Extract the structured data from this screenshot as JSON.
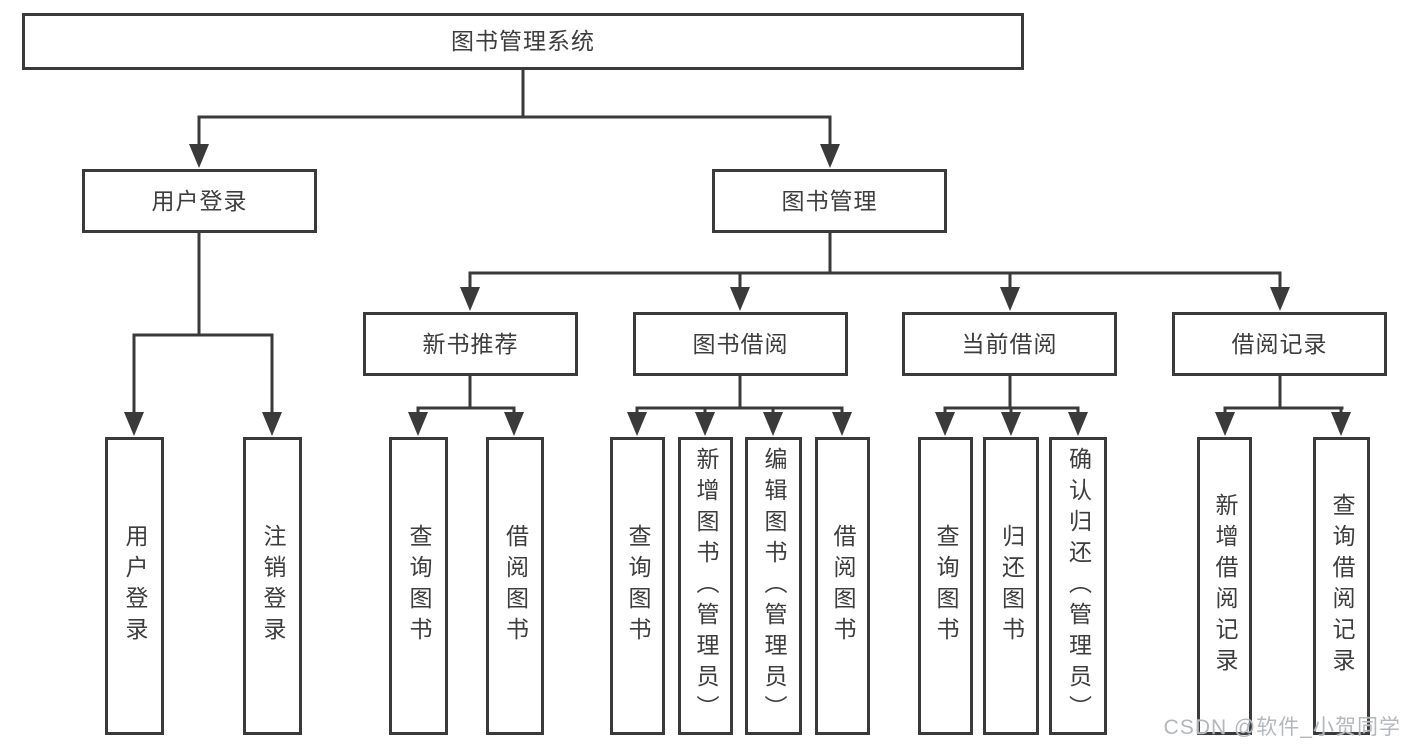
{
  "diagram_title": "图书管理系统",
  "tree": {
    "root": {
      "label": "图书管理系统"
    },
    "branches": [
      {
        "label": "用户登录",
        "children": [
          {
            "label": "用户登录"
          },
          {
            "label": "注销登录"
          }
        ]
      },
      {
        "label": "图书管理",
        "children": [
          {
            "label": "新书推荐",
            "children": [
              {
                "label": "查询图书"
              },
              {
                "label": "借阅图书"
              }
            ]
          },
          {
            "label": "图书借阅",
            "children": [
              {
                "label": "查询图书"
              },
              {
                "label": "新增图书（管理员）"
              },
              {
                "label": "编辑图书（管理员）"
              },
              {
                "label": "借阅图书"
              }
            ]
          },
          {
            "label": "当前借阅",
            "children": [
              {
                "label": "查询图书"
              },
              {
                "label": "归还图书"
              },
              {
                "label": "确认归还（管理员）"
              }
            ]
          },
          {
            "label": "借阅记录",
            "children": [
              {
                "label": "新增借阅记录"
              },
              {
                "label": "查询借阅记录"
              }
            ]
          }
        ]
      }
    ]
  },
  "watermark": {
    "text": "CSDN @软件_小贺同学"
  },
  "colors": {
    "line": "#3a3a3a",
    "text": "#3d3d3d",
    "watermark": "#b2b8bc",
    "background": "#ffffff"
  }
}
